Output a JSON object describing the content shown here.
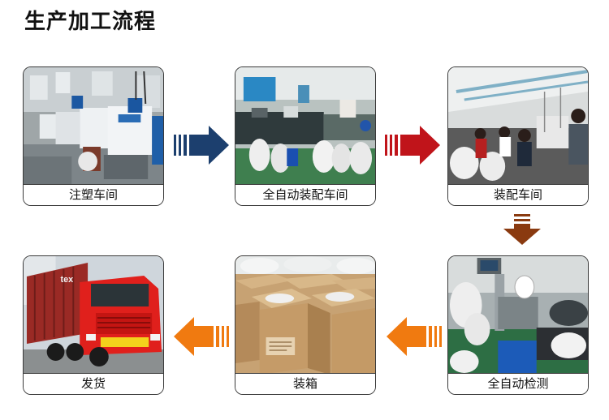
{
  "title": "生产加工流程",
  "steps": [
    {
      "label": "注塑车间"
    },
    {
      "label": "全自动装配车间"
    },
    {
      "label": "装配车间"
    },
    {
      "label": "全自动检测"
    },
    {
      "label": "装箱"
    },
    {
      "label": "发货"
    }
  ],
  "truck_text": "tex",
  "colors": {
    "arrow_blue": "#1c3f6e",
    "arrow_red": "#c0141a",
    "arrow_brown": "#8a3a10",
    "arrow_orange": "#f07a10"
  }
}
